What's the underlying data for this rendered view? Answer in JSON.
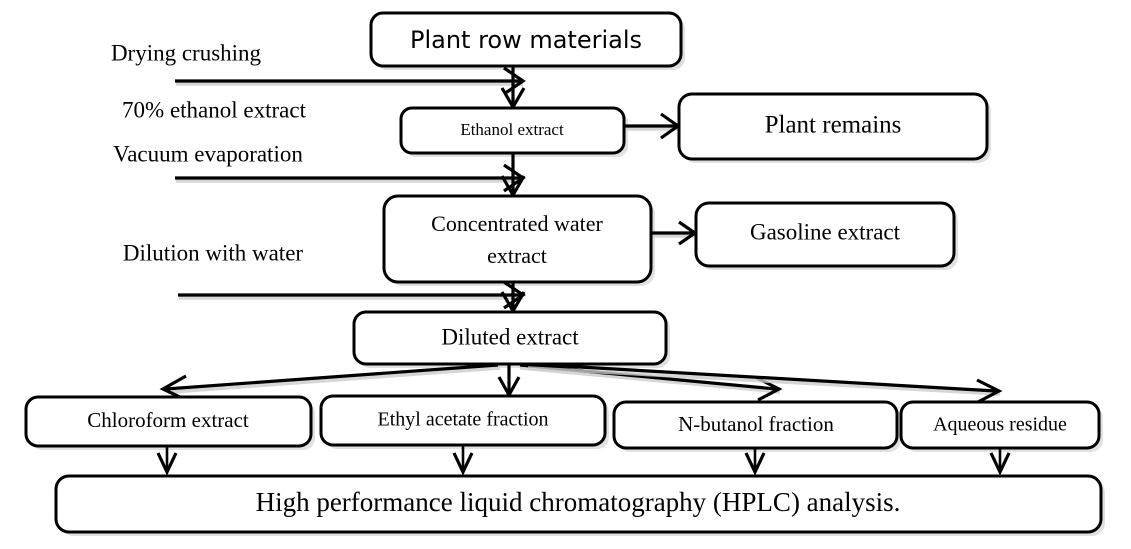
{
  "diagram": {
    "title": "Plant extraction and fractionation workflow",
    "background_color": "#ffffff",
    "stroke_color": "#000000",
    "nodes": [
      {
        "id": "plant-row-materials",
        "label": "Plant row materials"
      },
      {
        "id": "ethanol-extract",
        "label": "Ethanol extract"
      },
      {
        "id": "plant-remains",
        "label": "Plant remains"
      },
      {
        "id": "concentrated-water-line1",
        "label": "Concentrated water"
      },
      {
        "id": "concentrated-water-line2",
        "label": "extract"
      },
      {
        "id": "gasoline-extract",
        "label": "Gasoline extract"
      },
      {
        "id": "diluted-extract",
        "label": "Diluted extract"
      },
      {
        "id": "chloroform-extract",
        "label": "Chloroform extract"
      },
      {
        "id": "ethyl-acetate-fraction",
        "label": "Ethyl acetate fraction"
      },
      {
        "id": "n-butanol-fraction",
        "label": "N-butanol fraction"
      },
      {
        "id": "aqueous-residue",
        "label": "Aqueous residue"
      },
      {
        "id": "hplc-analysis",
        "label": "High performance liquid chromatography (HPLC) analysis."
      }
    ],
    "step_labels": [
      {
        "id": "drying-crushing",
        "label": "Drying crushing"
      },
      {
        "id": "ethanol-extract-step",
        "label": "70% ethanol extract"
      },
      {
        "id": "vacuum-evaporation",
        "label": "Vacuum evaporation"
      },
      {
        "id": "dilution-with-water",
        "label": "Dilution with water"
      }
    ]
  }
}
